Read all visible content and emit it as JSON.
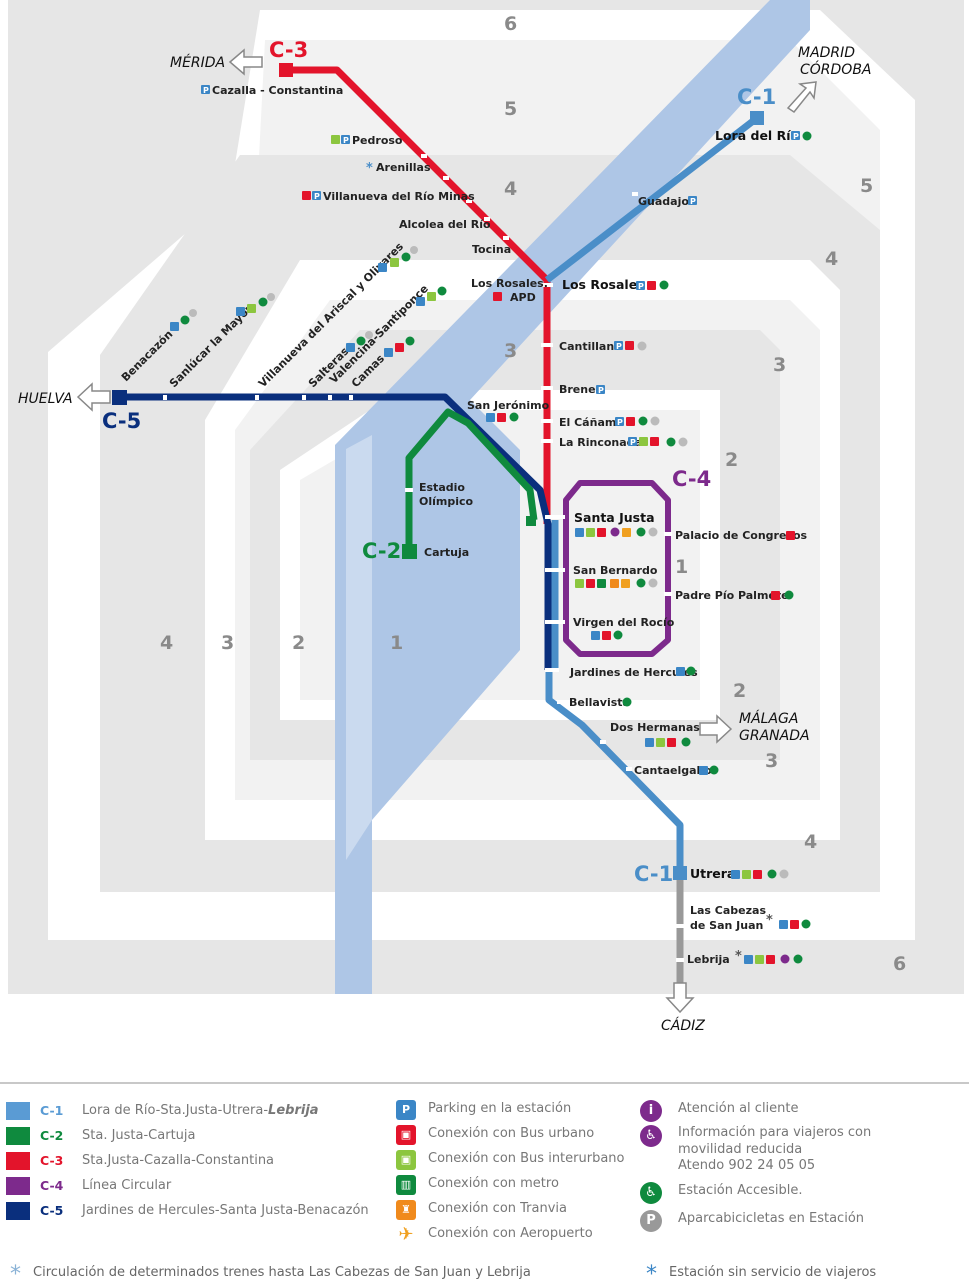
{
  "zones": [
    "1",
    "2",
    "3",
    "4",
    "5",
    "6"
  ],
  "lines": {
    "c1": {
      "badge": "C-1",
      "color": "#4a8ec8"
    },
    "c2": {
      "badge": "C-2",
      "color": "#0f8a3e"
    },
    "c3": {
      "badge": "C-3",
      "color": "#e3142b"
    },
    "c4": {
      "badge": "C-4",
      "color": "#7d2a8c"
    },
    "c5": {
      "badge": "C-5",
      "color": "#0a2f7d"
    },
    "extension_color": "#999999"
  },
  "destinations": {
    "merida": "MÉRIDA",
    "madrid": "MADRID",
    "cordoba": "CÓRDOBA",
    "huelva": "HUELVA",
    "malaga": "MÁLAGA",
    "granada": "GRANADA",
    "cadiz": "CÁDIZ"
  },
  "stations": {
    "cazalla": "Cazalla - Constantina",
    "pedroso": "Pedroso",
    "arenillas": "Arenillas",
    "villanueva_rio": "Villanueva del Río Minas",
    "alcolea": "Alcolea del Río",
    "tocina": "Tocina",
    "rosales_apd_1": "Los Rosales.",
    "rosales_apd_2": "APD",
    "lora": "Lora del Río",
    "guadajoz": "Guadajoz",
    "rosales": "Los Rosales",
    "cantillana": "Cantillana",
    "brenes": "Brenes",
    "canamo": "El Cáñamo",
    "rinconada": "La Rinconada",
    "santa_justa": "Santa Justa",
    "san_bernardo": "San Bernardo",
    "virgen_rocio": "Virgen del Rocío",
    "jardines": "Jardines de Hercules",
    "bellavista": "Bellavista",
    "dos_hermanas": "Dos Hermanas",
    "cantaelgallo": "Cantaelgallo",
    "utrera": "Utrera",
    "cabezas_1": "Las Cabezas",
    "cabezas_2": "de San Juan",
    "lebrija": "Lebrija",
    "palacio": "Palacio de Congresos",
    "padre_pio": "Padre Pío Palmete",
    "san_jeronimo": "San Jerónimo",
    "estadio_1": "Estadio",
    "estadio_2": "Olímpico",
    "cartuja": "Cartuja",
    "benacazon": "Benacazón",
    "sanlucar": "Sanlúcar la Mayor",
    "villanueva_ariscal": "Villanueva del Ariscal y Olivares",
    "salteras": "Salteras",
    "valencina": "Valencina-Santiponce",
    "camas": "Camas"
  },
  "legend": {
    "lines": [
      {
        "code": "C-1",
        "color": "#5a9bd4",
        "desc": "Lora de Río-Sta.Justa-Utrera-",
        "desc_em": "Lebrija"
      },
      {
        "code": "C-2",
        "color": "#0f8a3e",
        "desc": "Sta. Justa-Cartuja",
        "desc_em": ""
      },
      {
        "code": "C-3",
        "color": "#e3142b",
        "desc": "Sta.Justa-Cazalla-Constantina",
        "desc_em": ""
      },
      {
        "code": "C-4",
        "color": "#7d2a8c",
        "desc": "Línea Circular",
        "desc_em": ""
      },
      {
        "code": "C-5",
        "color": "#0a2f7d",
        "desc": "Jardines de Hercules-Santa Justa-Benacazón",
        "desc_em": ""
      }
    ],
    "services": [
      {
        "icon": "parking-icon",
        "glyph": "P",
        "color": "#3b86c6",
        "label": "Parking en la estación"
      },
      {
        "icon": "bus-icon",
        "glyph": "▣",
        "color": "#e3142b",
        "label": "Conexión con Bus urbano"
      },
      {
        "icon": "intercity-bus-icon",
        "glyph": "▣",
        "color": "#8cc63f",
        "label": "Conexión con Bus interurbano"
      },
      {
        "icon": "metro-icon",
        "glyph": "▥",
        "color": "#0f8a3e",
        "label": "Conexión con metro"
      },
      {
        "icon": "tram-icon",
        "glyph": "♜",
        "color": "#f08a1c",
        "label": "Conexión con Tranvia"
      },
      {
        "icon": "airport-icon",
        "glyph": "✈",
        "color": "#f0a020",
        "label": "Conexión con Aeropuerto"
      }
    ],
    "info": [
      {
        "icon": "info-icon",
        "glyph": "i",
        "color": "#7d2a8c",
        "label": "Atención al cliente"
      },
      {
        "icon": "reduced-mobility-icon",
        "glyph": "♿",
        "color": "#7d2a8c",
        "label": "Información para viajeros con movilidad reducida",
        "label2": "Atendo 902 24 05 05"
      },
      {
        "icon": "accessible-icon",
        "glyph": "♿",
        "color": "#0f8a3e",
        "label": "Estación Accesible."
      },
      {
        "icon": "bike-parking-icon",
        "glyph": "P",
        "color": "#999999",
        "label": "Aparcabicicletas en Estación"
      }
    ],
    "note_left": "Circulación de determinados trenes hasta Las Cabezas de San Juan y Lebrija",
    "note_right": "Estación sin servicio de viajeros"
  }
}
